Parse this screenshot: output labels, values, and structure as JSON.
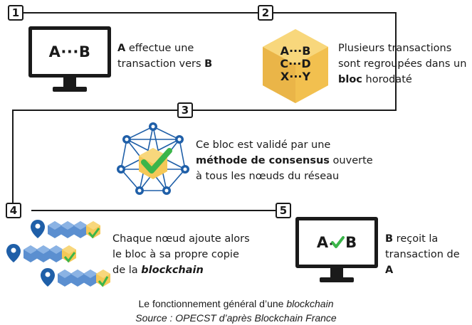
{
  "steps": [
    "1",
    "2",
    "3",
    "4",
    "5"
  ],
  "step1": {
    "screen_text": "A···B",
    "desc_a": "A",
    "desc_mid": " effectue une",
    "desc_line2": "transaction vers ",
    "desc_b": "B"
  },
  "step2": {
    "cube_lines": [
      "A···B",
      "C···D",
      "X···Y"
    ],
    "desc_line1": "Plusieurs transactions",
    "desc_line2": "sont regroupées dans un",
    "desc_bloc": "bloc",
    "desc_rest": " horodaté"
  },
  "step3": {
    "desc_line1": "Ce bloc est validé par une",
    "desc_bold": "méthode de consensus",
    "desc_after_bold": " ouverte",
    "desc_line3": "à tous les nœuds du réseau"
  },
  "step4": {
    "desc_line1": "Chaque nœud ajoute alors",
    "desc_line2": "le bloc à sa propre copie",
    "desc_prefix": "de la ",
    "desc_bold_italic": "blockchain"
  },
  "step5": {
    "screen_a": "A",
    "screen_b": "B",
    "desc_b": "B",
    "desc_line1_rest": " reçoit la",
    "desc_line2": "transaction de ",
    "desc_a": "A"
  },
  "caption": {
    "line1_prefix": "Le fonctionnement général d’une ",
    "line1_italic": "blockchain",
    "line2": "Source : OPECST d’après Blockchain France"
  },
  "colors": {
    "blue": "#1f5fa8",
    "green": "#3bb54a",
    "cube": "#f2c14e",
    "ink": "#1a1a1a"
  }
}
